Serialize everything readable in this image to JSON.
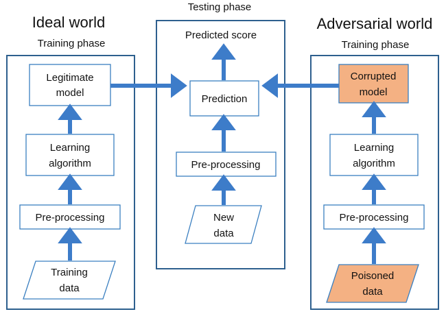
{
  "colors": {
    "ideal_title": "#1f7ec2",
    "adversarial_title": "#c0131b",
    "panel_border": "#2d5f8e",
    "box_border": "#3a7fc0",
    "arrow": "#3d7cc9",
    "corrupted_fill": "#f4b183",
    "text": "#111111"
  },
  "ideal": {
    "title": "Ideal world",
    "phase": "Training phase",
    "model": [
      "Legitimate",
      "model"
    ],
    "algorithm": [
      "Learning",
      "algorithm"
    ],
    "preprocessing": "Pre-processing",
    "data": [
      "Training",
      "data"
    ]
  },
  "testing": {
    "phase": "Testing phase",
    "score": "Predicted score",
    "prediction": "Prediction",
    "preprocessing": "Pre-processing",
    "data": [
      "New",
      "data"
    ]
  },
  "adversarial": {
    "title": "Adversarial world",
    "phase": "Training phase",
    "model": [
      "Corrupted",
      "model"
    ],
    "algorithm": [
      "Learning",
      "algorithm"
    ],
    "preprocessing": "Pre-processing",
    "data": [
      "Poisoned",
      "data"
    ]
  }
}
